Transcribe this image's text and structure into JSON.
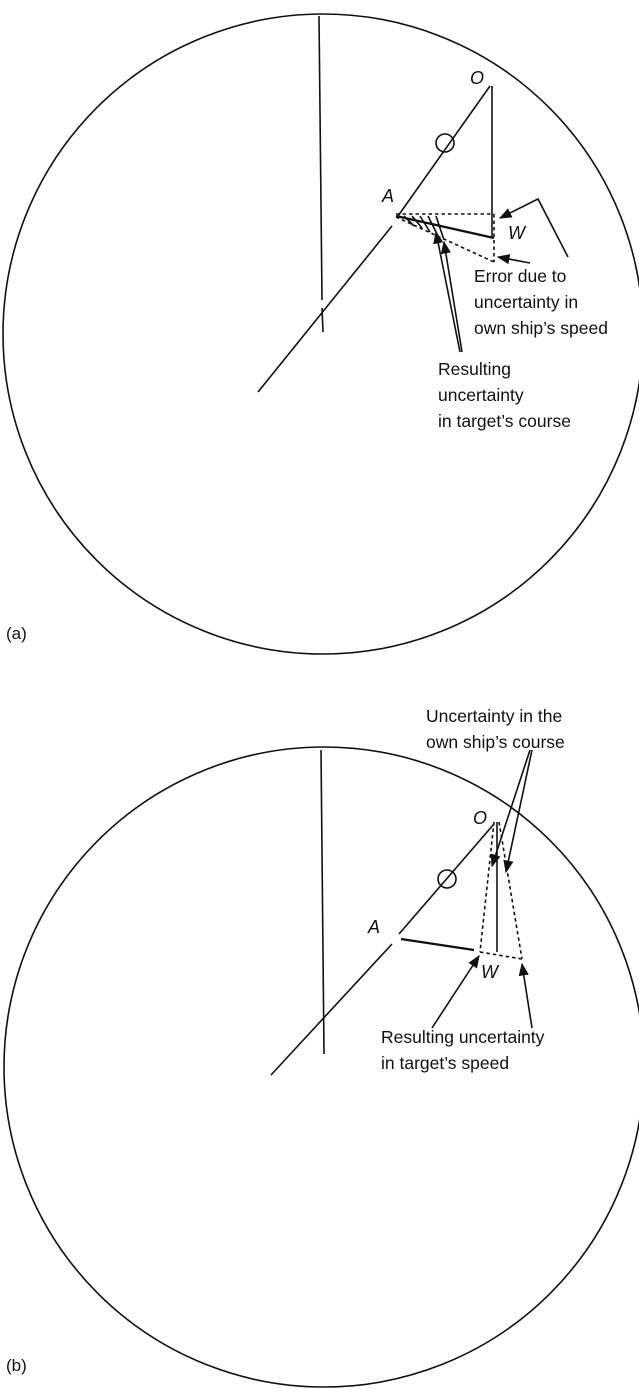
{
  "panel_a": {
    "panel_label": "(a)",
    "point_o": "O",
    "point_a": "A",
    "point_w": "W",
    "note_speed_error": [
      "Error due to",
      "uncertainty in",
      "own ship’s speed"
    ],
    "note_course_result": [
      "Resulting",
      "uncertainty",
      "in target’s course"
    ]
  },
  "panel_b": {
    "panel_label": "(b)",
    "point_o": "O",
    "point_a": "A",
    "point_w": "W",
    "note_course_uncertainty": [
      "Uncertainty in the",
      "own ship’s course"
    ],
    "note_speed_result": [
      "Resulting uncertainty",
      "in target’s speed"
    ]
  },
  "colors": {
    "ink": "#111111",
    "background": "#ffffff"
  }
}
